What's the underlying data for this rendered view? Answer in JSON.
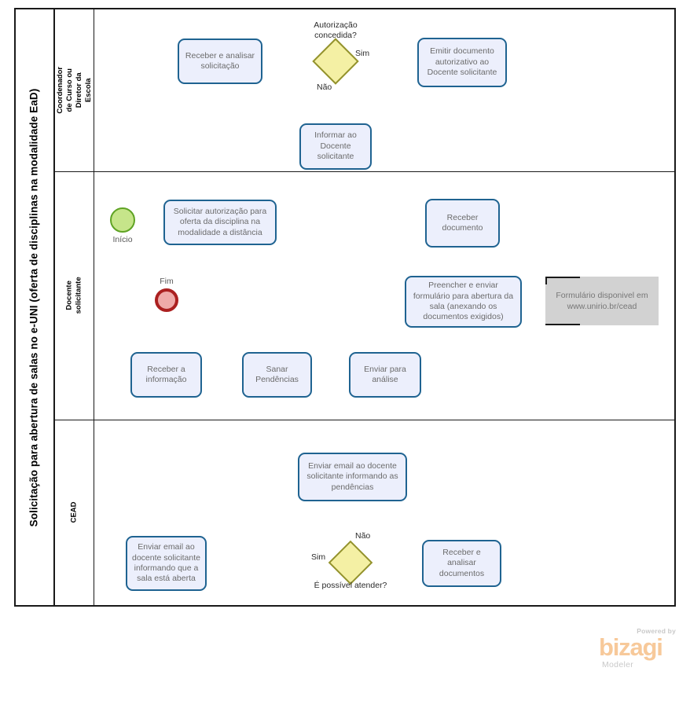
{
  "pool": {
    "title": "Solicitação para abertura de salas no e-UNI (oferta de disciplinas na modalidade EaD)",
    "lanes": [
      {
        "id": "coordenador",
        "label": "Coordenador de Curso ou Diretor da\nEscola"
      },
      {
        "id": "docente",
        "label": "Docente  solicitante"
      },
      {
        "id": "cead",
        "label": "CEAD"
      }
    ]
  },
  "tasks": {
    "receber_analisar_solicitacao": "Receber  e analisar\nsolicitação",
    "emitir_documento": "Emitir documento\nautorizativo ao\nDocente solicitante",
    "informar_docente": "Informar ao\nDocente\nsolicitante",
    "solicitar_autorizacao": "Solicitar autorização para\noferta da disciplina na\nmodalidade a distância",
    "receber_documento": "Receber\ndocumento",
    "preencher_enviar_formulario": "Preencher e enviar\nformulário para abertura da\nsala (anexando os\ndocumentos exigidos)",
    "receber_informacao": "Receber a\ninformação",
    "sanar_pendencias": "Sanar\nPendências",
    "enviar_para_analise": "Enviar para\nanálise",
    "enviar_email_pendencias": "Enviar email ao docente\nsolicitante informando as\npendências",
    "enviar_email_sala_aberta": "Enviar email ao\ndocente solicitante\ninformando que a\nsala está aberta",
    "receber_analisar_documentos": "Receber e\nanalisar\ndocumentos"
  },
  "events": {
    "start_label": "Início",
    "end_label": "Fim"
  },
  "gateways": {
    "autorizacao": "Autorização\nconcedida?",
    "atender": "É possível atender?"
  },
  "flow_labels": {
    "sim_top": "Sim",
    "nao_top": "Não",
    "sim_bottom": "Sim",
    "nao_bottom": "Não"
  },
  "annotation": {
    "formulario": "Formulário disponivel em\nwww.unirio.br/cead"
  },
  "logo": {
    "powered_by": "Powered by",
    "brand": "bizagi",
    "product": "Modeler"
  },
  "colors": {
    "task_fill": "#eceffc",
    "task_stroke": "#1f6391",
    "gateway_fill": "#f4f0a4",
    "gateway_stroke": "#93922d",
    "start_fill": "#c6e58a",
    "start_stroke": "#5fa324",
    "end_fill": "#efaaa9",
    "end_stroke": "#ab2020",
    "annotation_fill": "#d2d2d2",
    "brand": "#f7c99a"
  }
}
